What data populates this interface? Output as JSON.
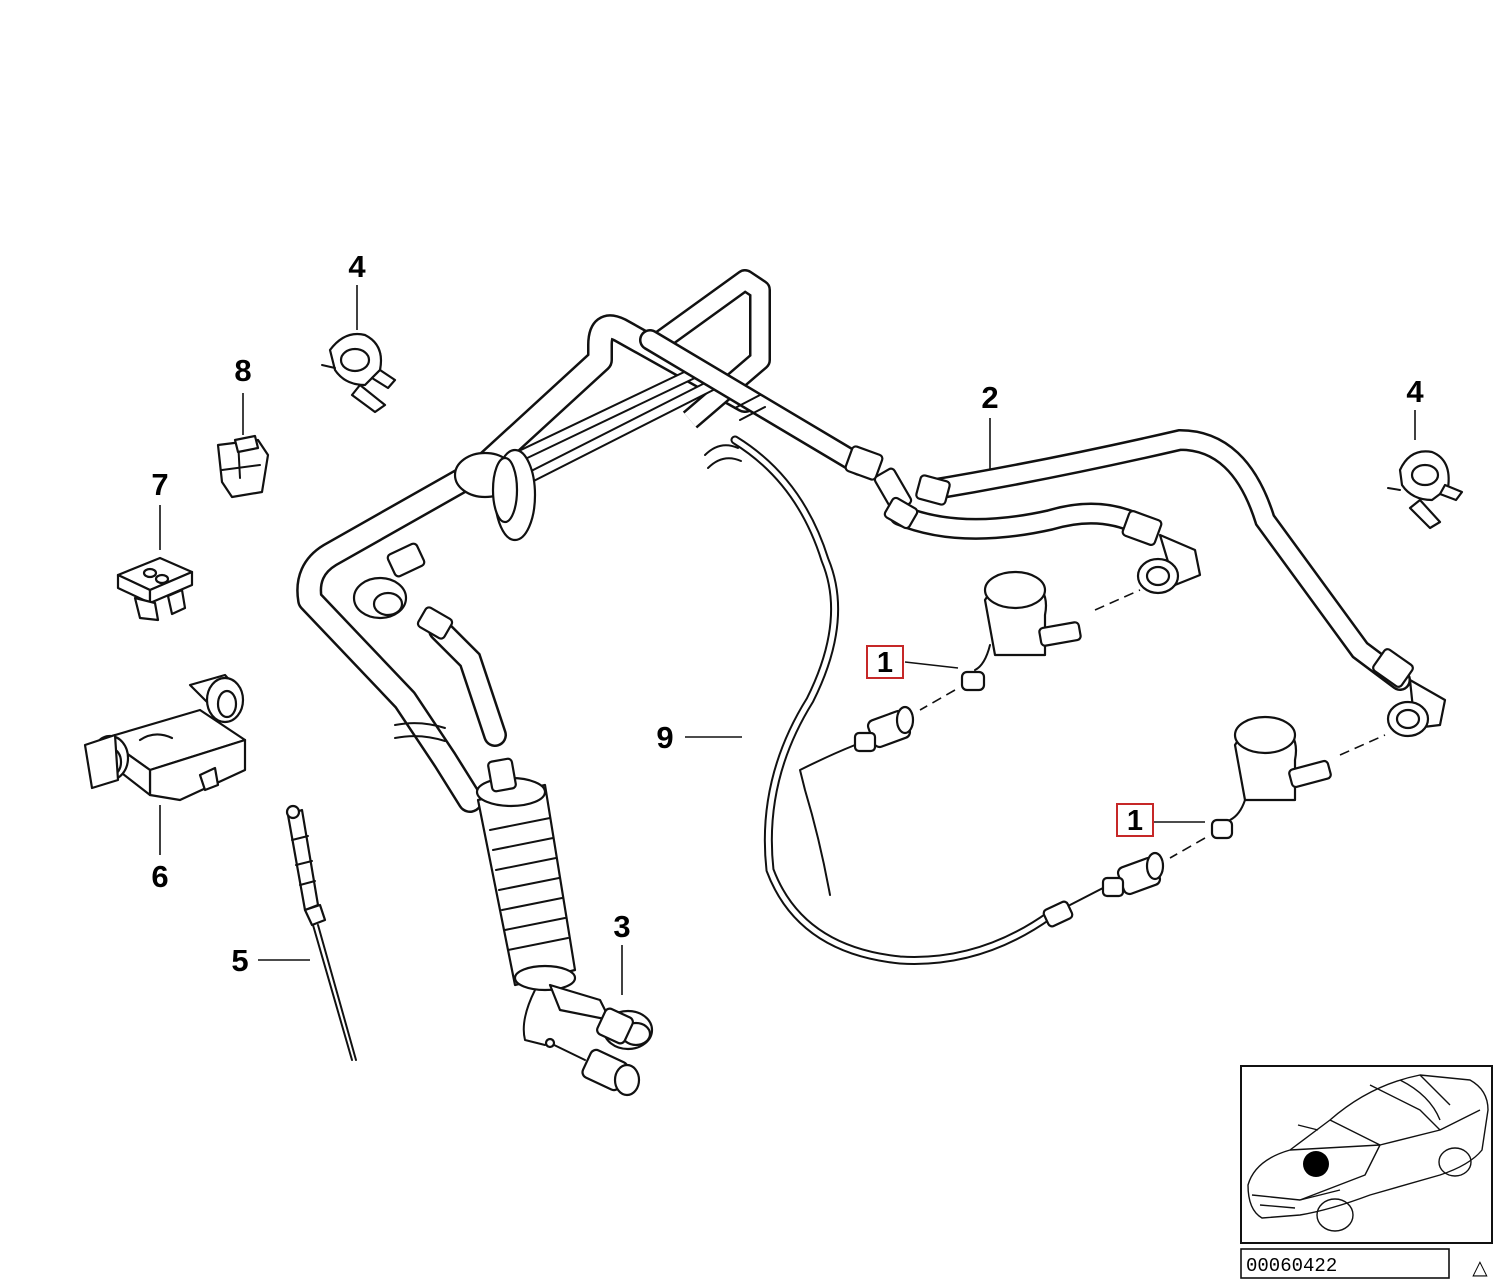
{
  "callouts": {
    "c1a": "1",
    "c1b": "1",
    "c2": "2",
    "c3": "3",
    "c4a": "4",
    "c4b": "4",
    "c5": "5",
    "c6": "6",
    "c7": "7",
    "c8": "8",
    "c9": "9"
  },
  "inset": {
    "reference_number": "00060422",
    "marker_symbol": "△"
  },
  "colors": {
    "line": "#111111",
    "highlight_box": "#c62828",
    "background": "#ffffff"
  }
}
